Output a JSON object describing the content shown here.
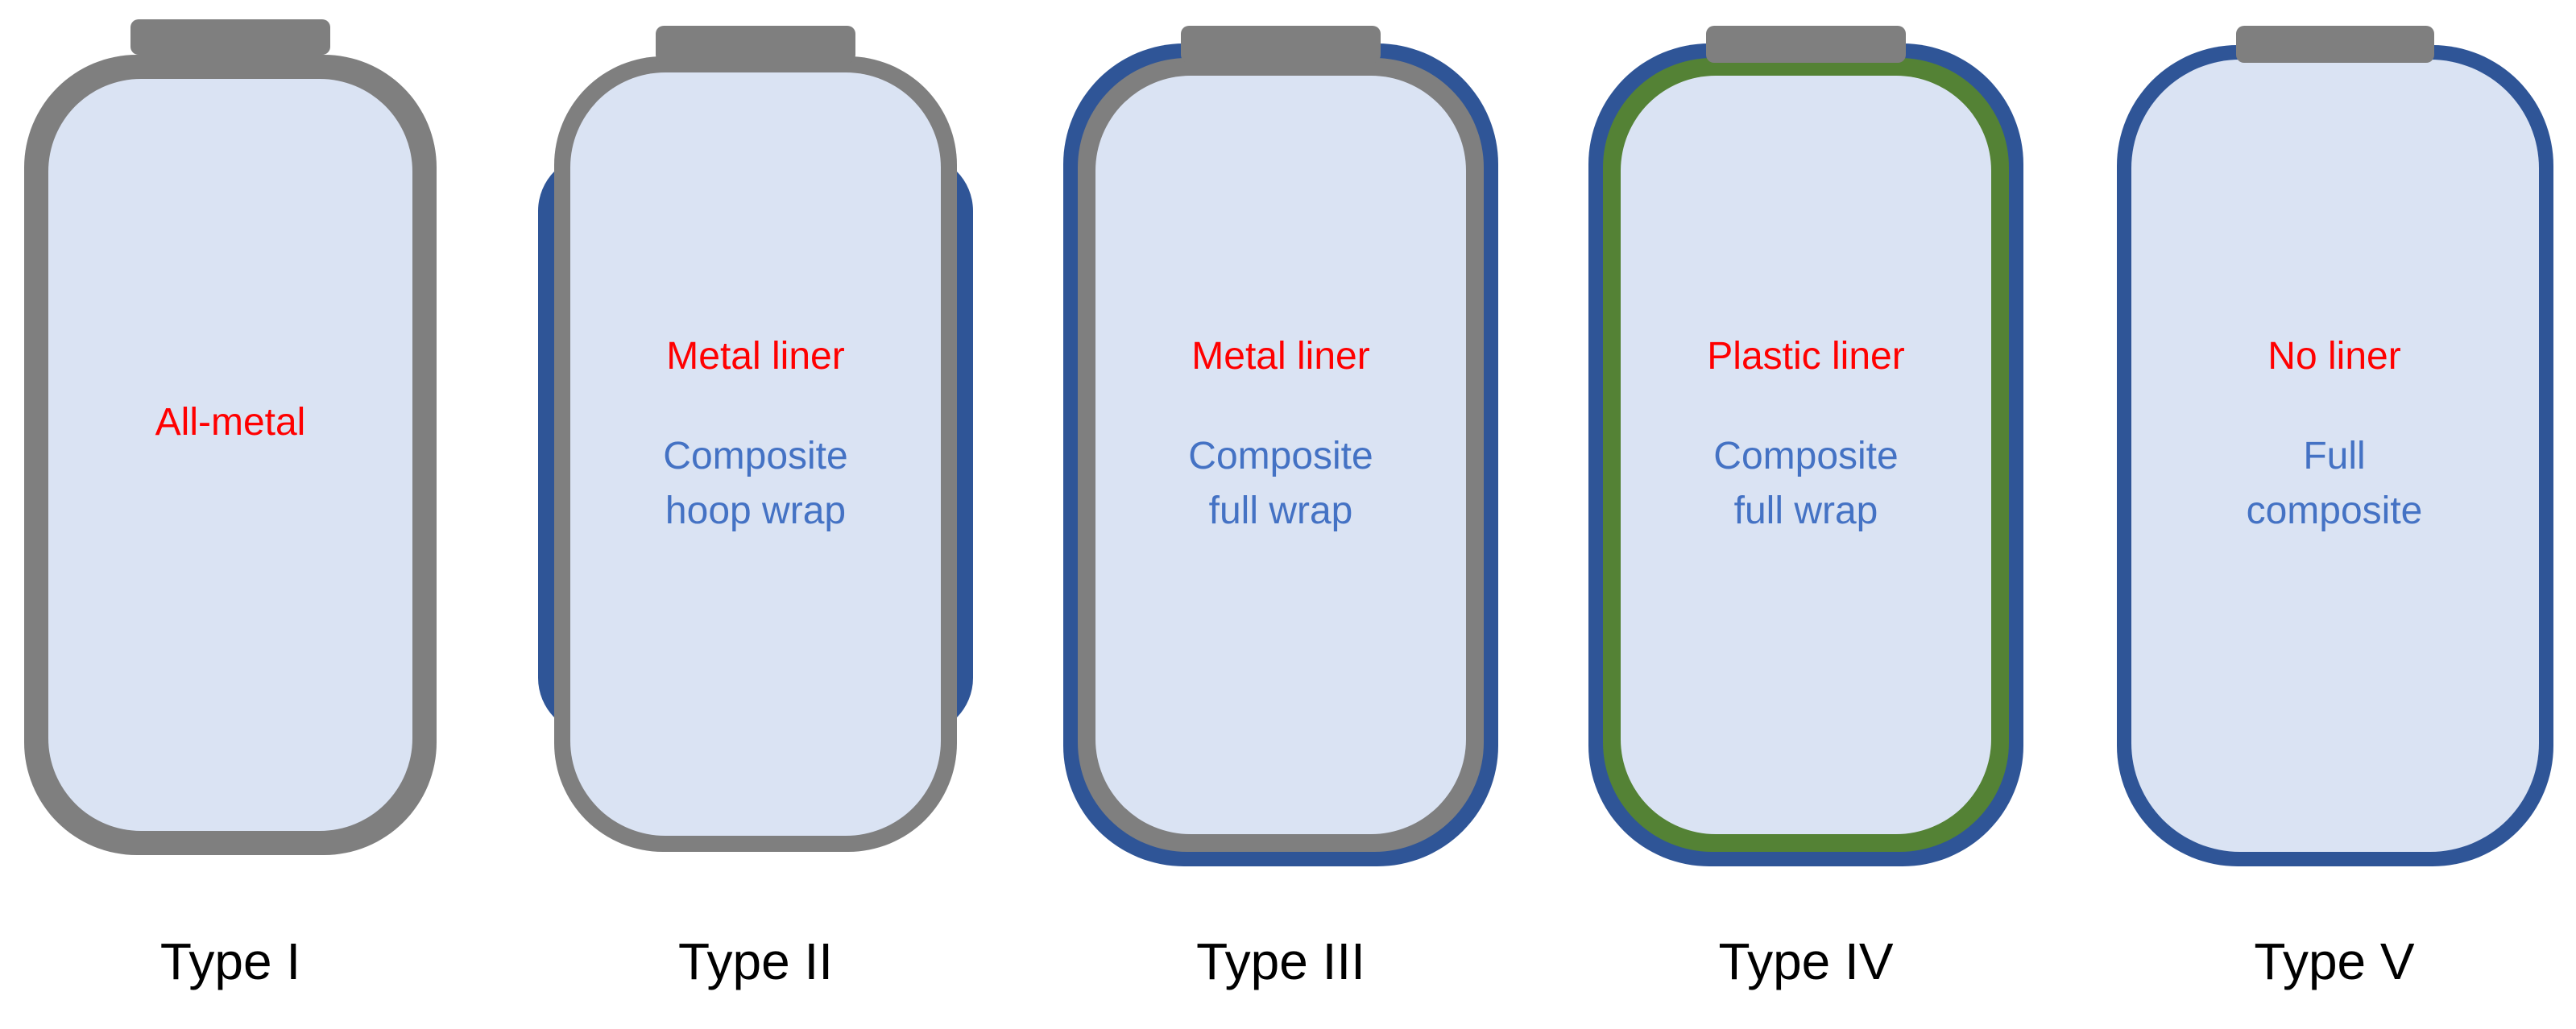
{
  "colors": {
    "metal": "#7f7f7f",
    "composite": "#2f5597",
    "plastic": "#548235",
    "interior": "#dae3f3",
    "liner_text": "#ff0000",
    "wrap_text": "#4472c4",
    "type_text": "#000000"
  },
  "tanks": [
    {
      "type_label": "Type I",
      "liner_label": "All-metal",
      "wrap_line1": "",
      "wrap_line2": ""
    },
    {
      "type_label": "Type II",
      "liner_label": "Metal liner",
      "wrap_line1": "Composite",
      "wrap_line2": "hoop wrap"
    },
    {
      "type_label": "Type III",
      "liner_label": "Metal liner",
      "wrap_line1": "Composite",
      "wrap_line2": "full wrap"
    },
    {
      "type_label": "Type IV",
      "liner_label": "Plastic liner",
      "wrap_line1": "Composite",
      "wrap_line2": "full wrap"
    },
    {
      "type_label": "Type V",
      "liner_label": "No liner",
      "wrap_line1": "Full",
      "wrap_line2": "composite"
    }
  ]
}
